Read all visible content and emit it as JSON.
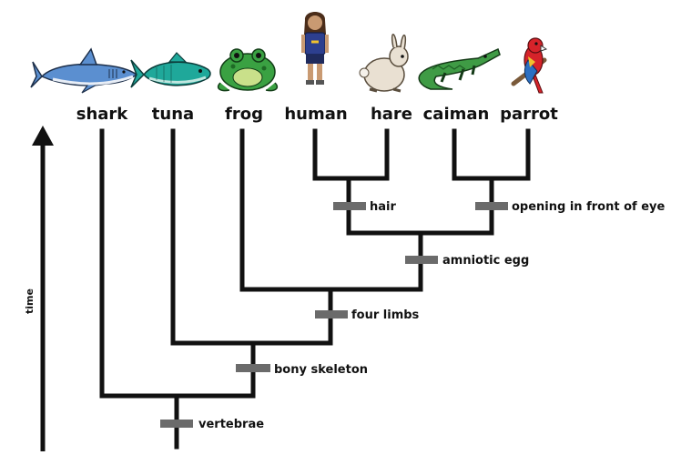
{
  "taxa": [
    {
      "id": "shark",
      "label": "shark",
      "icon": "shark-icon"
    },
    {
      "id": "tuna",
      "label": "tuna",
      "icon": "tuna-icon"
    },
    {
      "id": "frog",
      "label": "frog",
      "icon": "frog-icon"
    },
    {
      "id": "human",
      "label": "human",
      "icon": "human-icon"
    },
    {
      "id": "hare",
      "label": "hare",
      "icon": "hare-icon"
    },
    {
      "id": "caiman",
      "label": "caiman",
      "icon": "caiman-icon"
    },
    {
      "id": "parrot",
      "label": "parrot",
      "icon": "parrot-icon"
    }
  ],
  "traits": [
    {
      "id": "vertebrae",
      "label": "vertebrae"
    },
    {
      "id": "bony",
      "label": "bony skeleton"
    },
    {
      "id": "limbs",
      "label": "four limbs"
    },
    {
      "id": "amniotic",
      "label": "amniotic egg"
    },
    {
      "id": "hair",
      "label": "hair"
    },
    {
      "id": "eye",
      "label": "opening in front of eye"
    }
  ],
  "time_axis": {
    "label": "time"
  },
  "colors": {
    "branch": "#111111",
    "tick": "#6b6b6b",
    "shark": "#5b8fd0",
    "tuna": "#1fa89a",
    "frog": "#3aa142",
    "caiman": "#3f9b45",
    "parrot_red": "#d6232a",
    "parrot_blue": "#2c6fc2",
    "parrot_yellow": "#f1c22e"
  }
}
